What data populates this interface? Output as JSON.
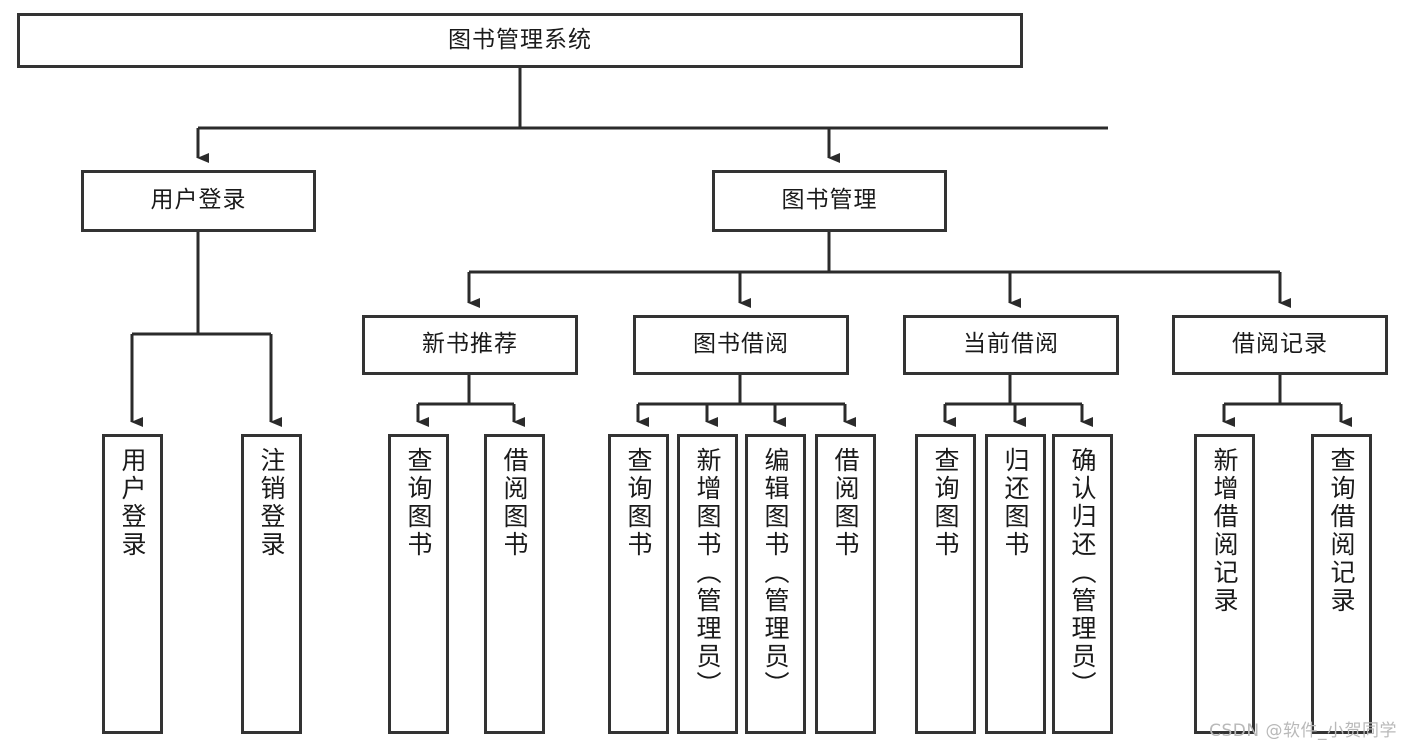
{
  "diagram": {
    "type": "tree-hierarchy",
    "title": "图书管理系统",
    "root": {
      "label": "图书管理系统"
    },
    "level2": [
      {
        "label": "用户登录"
      },
      {
        "label": "图书管理"
      }
    ],
    "level3": [
      {
        "label": "新书推荐"
      },
      {
        "label": "图书借阅"
      },
      {
        "label": "当前借阅"
      },
      {
        "label": "借阅记录"
      }
    ],
    "leaves": {
      "user_login": [
        {
          "label": "用户登录"
        },
        {
          "label": "注销登录"
        }
      ],
      "new_book_recommend": [
        {
          "label": "查询图书"
        },
        {
          "label": "借阅图书"
        }
      ],
      "book_borrow": [
        {
          "label": "查询图书"
        },
        {
          "label": "新增图书（管理员）"
        },
        {
          "label": "编辑图书（管理员）"
        },
        {
          "label": "借阅图书"
        }
      ],
      "current_borrow": [
        {
          "label": "查询图书"
        },
        {
          "label": "归还图书"
        },
        {
          "label": "确认归还（管理员）"
        }
      ],
      "borrow_record": [
        {
          "label": "新增借阅记录"
        },
        {
          "label": "查询借阅记录"
        }
      ]
    }
  },
  "watermark": {
    "text": "CSDN @软件_小贺同学"
  },
  "colors": {
    "stroke": "#333333",
    "background": "#ffffff",
    "text": "#1a1a1a",
    "watermark": "#b9b9b9"
  }
}
